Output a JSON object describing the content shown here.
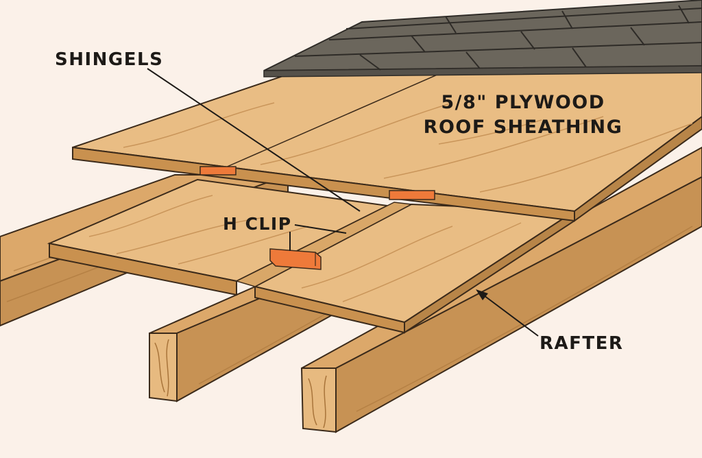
{
  "labels": {
    "shingles": "SHINGELS",
    "plywood_line1": "5/8\" PLYWOOD",
    "plywood_line2": "ROOF SHEATHING",
    "hclip": "H CLIP",
    "rafter": "RAFTER"
  },
  "colors": {
    "background": "#fbf1e9",
    "wood_light": "#e9bd84",
    "wood_mid": "#d9a768",
    "wood_dark": "#b88548",
    "outline": "#3b2a1a",
    "shingle": "#6b665c",
    "shingle_dark": "#55514a",
    "clip": "#ee7a3a",
    "text": "#1d1a17"
  }
}
